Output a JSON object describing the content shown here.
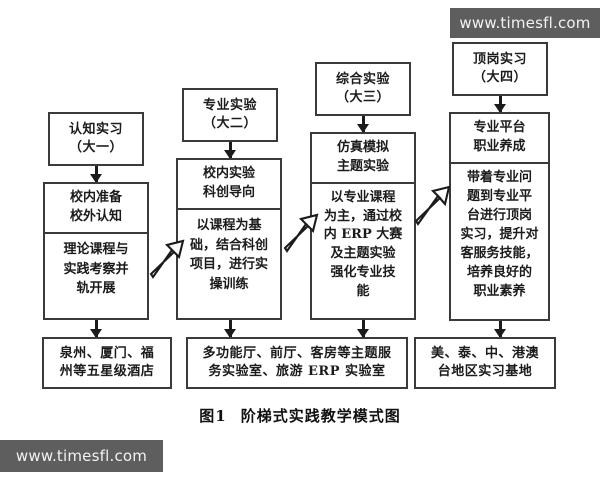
{
  "figure": {
    "caption_number": "图1",
    "caption_text": "阶梯式实践教学模式图"
  },
  "watermarks": {
    "top_right": "www.timesfl.com",
    "bottom_left": "www.timesfl.com"
  },
  "colors": {
    "border": "#3a3a3a",
    "text": "#1b1b1b",
    "background": "#ffffff",
    "watermark_bg": "#5e5e5e",
    "watermark_text": "#f2f2f2"
  },
  "columns": [
    {
      "id": "year-1",
      "stage": {
        "line1": "认知实习",
        "line2": "（大一）"
      },
      "module_title": {
        "line1": "校内准备",
        "line2": "校外认知"
      },
      "module_body": {
        "line1": "理论课程与",
        "line2": "实践考察并",
        "line3": "轨开展"
      },
      "outcome": {
        "line1": "泉州、厦门、福",
        "line2": "州等五星级酒店"
      }
    },
    {
      "id": "year-2",
      "stage": {
        "line1": "专业实验",
        "line2": "（大二）"
      },
      "module_title": {
        "line1": "校内实验",
        "line2": "科创导向"
      },
      "module_body": {
        "line1": "以课程为基",
        "line2": "础，结合科创",
        "line3": "项目，进行实",
        "line4": "操训练"
      },
      "outcome": {
        "line1": "多功能厅、前厅、客房等主题服",
        "line2": "务实验室、旅游 ERP 实验室"
      }
    },
    {
      "id": "year-3",
      "stage": {
        "line1": "综合实验",
        "line2": "（大三）"
      },
      "module_title": {
        "line1": "仿真模拟",
        "line2": "主题实验"
      },
      "module_body": {
        "line1": "以专业课程",
        "line2": "为主，通过校",
        "line3": "内 ERP 大赛",
        "line4": "及主题实验",
        "line5": "强化专业技",
        "line6": "能"
      },
      "outcome": null
    },
    {
      "id": "year-4",
      "stage": {
        "line1": "顶岗实习",
        "line2": "（大四）"
      },
      "module_title": {
        "line1": "专业平台",
        "line2": "职业养成"
      },
      "module_body": {
        "line1": "带着专业问",
        "line2": "题到专业平",
        "line3": "台进行顶岗",
        "line4": "实习，提升对",
        "line5": "客服务技能，",
        "line6": "培养良好的",
        "line7": "职业素养"
      },
      "outcome": {
        "line1": "美、泰、中、港澳",
        "line2": "台地区实习基地"
      }
    }
  ],
  "connectors": {
    "vertical_label": "downward-arrow",
    "diagonal_label": "progression-block-arrow",
    "count_vertical": 8,
    "count_diagonal": 3
  }
}
